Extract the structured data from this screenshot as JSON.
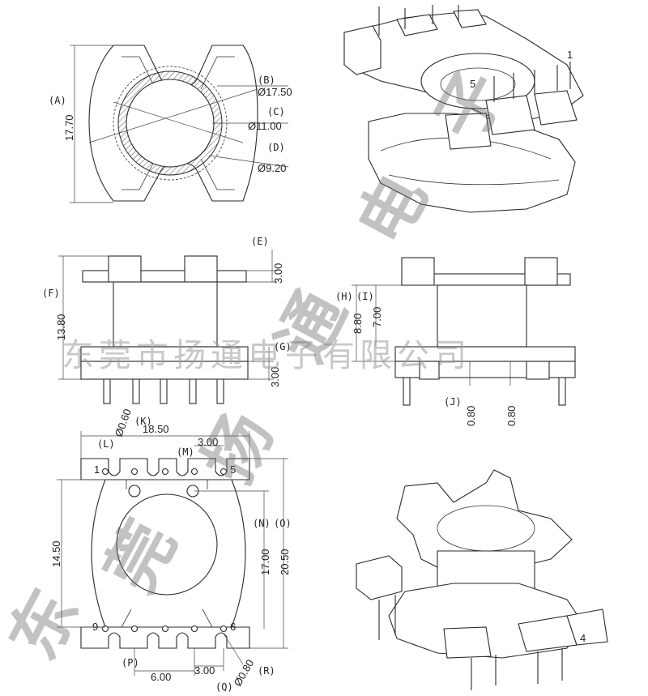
{
  "labels": {
    "A": "(A)",
    "B": "(B)",
    "C": "(C)",
    "D": "(D)",
    "E": "(E)",
    "F": "(F)",
    "G": "(G)",
    "H": "(H)",
    "I": "(I)",
    "J": "(J)",
    "K": "(K)",
    "L": "(L)",
    "M": "(M)",
    "N": "(N)",
    "O": "(O)",
    "P": "(P)",
    "Q": "(Q)",
    "R": "(R)"
  },
  "dims": {
    "A": "17.70",
    "B": "Ø17.50",
    "C": "Ø11.00",
    "D": "Ø9.20",
    "E": "3.00",
    "F": "13.80",
    "G": "3.00",
    "H": "8.80",
    "I": "7.00",
    "J1": "0.80",
    "J2": "0.80",
    "K": "Ø0.60",
    "L": "18.50",
    "M": "3.00",
    "N": "17.00",
    "O": "20.50",
    "P": "6.00",
    "Q": "3.00",
    "R": "Ø0.80",
    "left14": "14.50"
  },
  "pins": {
    "p1": "1",
    "p5": "5",
    "p9": "9",
    "p6": "6",
    "iso1": "1",
    "iso5": "5",
    "iso4": "4"
  },
  "watermark": {
    "company_line": "东莞市扬通电子有限公司",
    "big_chars": [
      "东",
      "莞",
      "扬",
      "通",
      "电",
      "子"
    ]
  }
}
